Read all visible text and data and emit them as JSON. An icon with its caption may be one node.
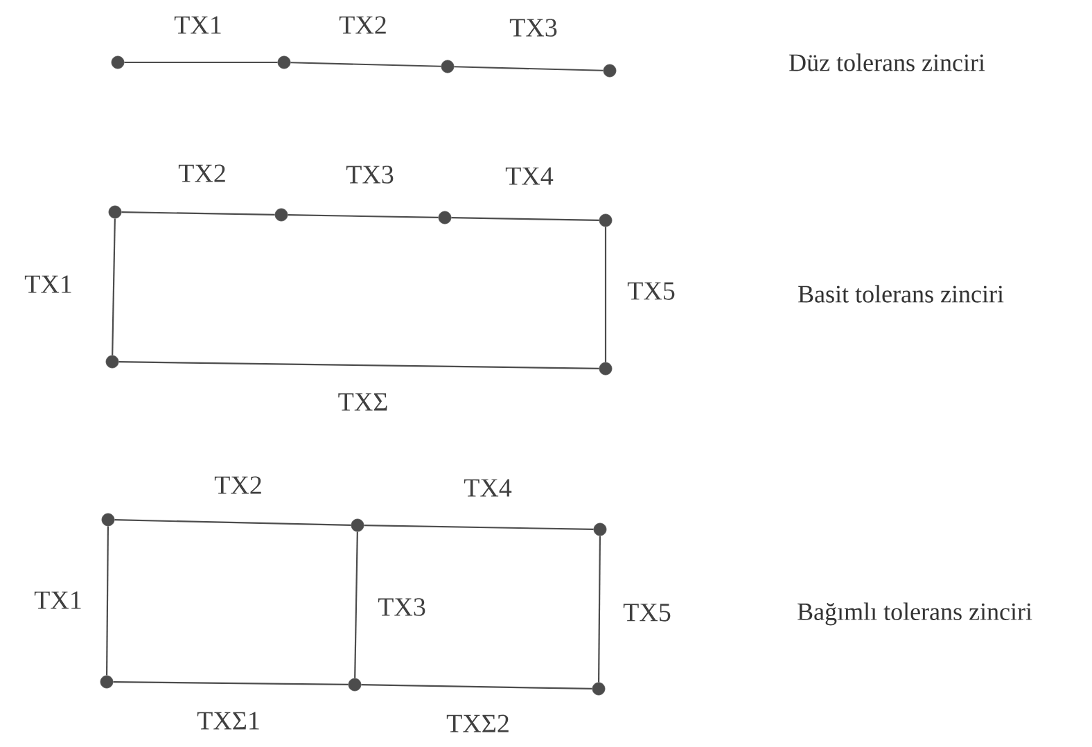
{
  "diagram": {
    "nodes": [
      {
        "text": [],
        "shape": "circle"
      },
      {
        "text": [],
        "shape": "circle"
      },
      {
        "text": [],
        "shape": "circle"
      },
      {
        "text": [],
        "shape": "circle"
      },
      {
        "text": [],
        "shape": "circle"
      },
      {
        "text": [],
        "shape": "circle"
      },
      {
        "text": [],
        "shape": "circle"
      },
      {
        "text": [],
        "shape": "circle"
      },
      {
        "text": [],
        "shape": "circle"
      },
      {
        "text": [],
        "shape": "circle"
      },
      {
        "text": [],
        "shape": "circle"
      },
      {
        "text": [],
        "shape": "circle"
      },
      {
        "text": [],
        "shape": "circle"
      },
      {
        "text": [],
        "shape": "circle"
      },
      {
        "text": [],
        "shape": "circle"
      },
      {
        "text": [],
        "shape": "circle"
      }
    ],
    "edges": [
      {
        "from": 0,
        "to": 1,
        "arrow": "none",
        "label": "TX1"
      },
      {
        "from": 1,
        "to": 2,
        "arrow": "none",
        "label": "TX2"
      },
      {
        "from": 2,
        "to": 3,
        "arrow": "none",
        "label": "TX3"
      },
      {
        "from": 4,
        "to": 5,
        "arrow": "none",
        "label": "TX2"
      },
      {
        "from": 5,
        "to": 6,
        "arrow": "none",
        "label": "TX3"
      },
      {
        "from": 6,
        "to": 7,
        "arrow": "none",
        "label": "TX4"
      },
      {
        "from": 7,
        "to": 8,
        "arrow": "none",
        "label": "TX5"
      },
      {
        "from": 8,
        "to": 9,
        "arrow": "none",
        "label": "TXΣ"
      },
      {
        "from": 9,
        "to": 4,
        "arrow": "none",
        "label": "TX1"
      },
      {
        "from": 10,
        "to": 11,
        "arrow": "none",
        "label": "TX2"
      },
      {
        "from": 11,
        "to": 12,
        "arrow": "none",
        "label": "TX4"
      },
      {
        "from": 12,
        "to": 13,
        "arrow": "none",
        "label": "TX5"
      },
      {
        "from": 13,
        "to": 14,
        "arrow": "none",
        "label": "TXΣ2"
      },
      {
        "from": 14,
        "to": 15,
        "arrow": "none",
        "label": "TXΣ1"
      },
      {
        "from": 15,
        "to": 10,
        "arrow": "none",
        "label": "TX1"
      },
      {
        "from": 11,
        "to": 14,
        "arrow": "none",
        "label": "TX3"
      }
    ],
    "labels": [
      "Düz tolerans zinciri",
      "Basit tolerans zinciri",
      "Bağımlı tolerans zinciri"
    ]
  }
}
